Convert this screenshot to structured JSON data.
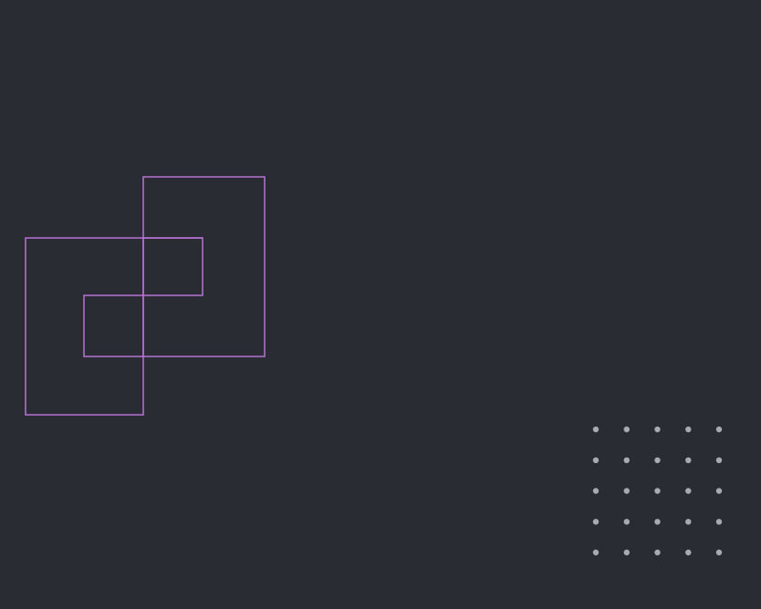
{
  "theme": {
    "background": "#2a2c34",
    "outline_color": "#b774d3",
    "dot_color": "#a8aab2"
  },
  "decorations": {
    "outline_pattern": "interlocking-squares",
    "dot_grid": {
      "rows": 5,
      "columns": 5
    }
  }
}
